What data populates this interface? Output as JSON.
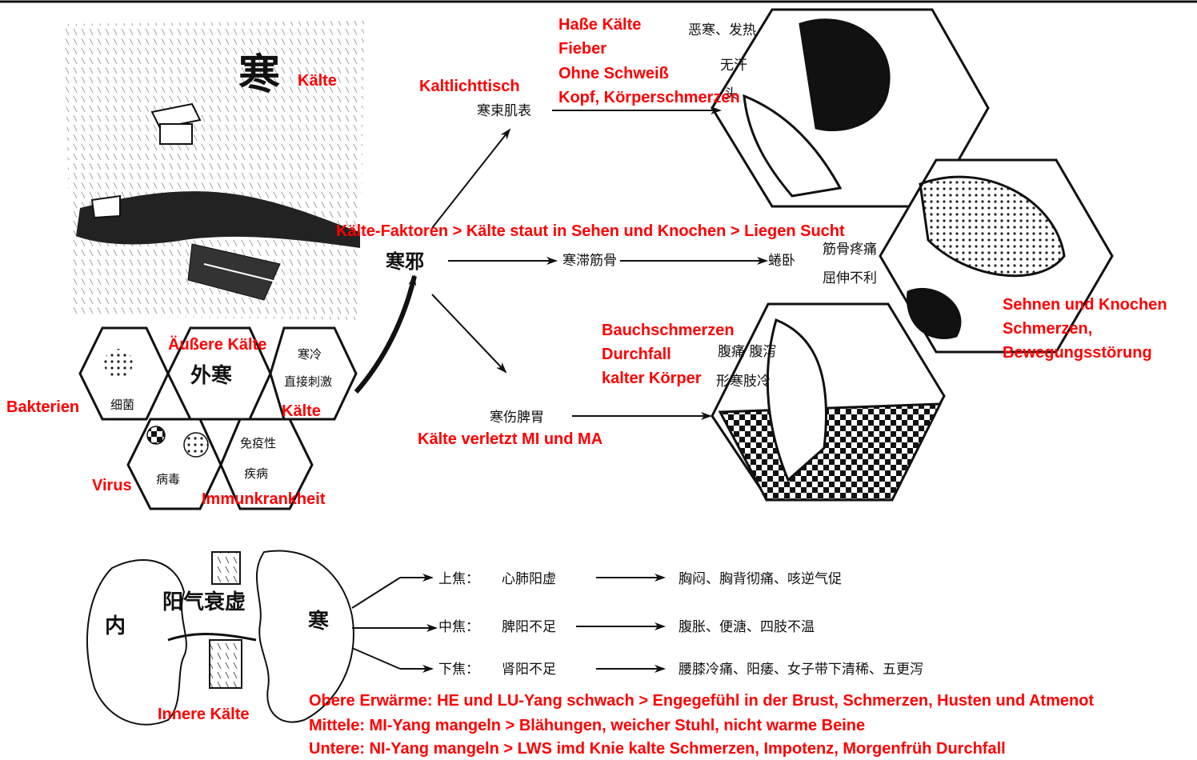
{
  "colors": {
    "annotation": "#ff0000",
    "ink": "#111111",
    "paper": "#ffffff"
  },
  "icons": [
    "weather-scene-illustration",
    "hexagon-honeycomb",
    "patient-illustration",
    "organ-illustration",
    "arrow-icon"
  ],
  "scene": {
    "cold_char": "寒",
    "cold_label": "Kälte"
  },
  "hexes": {
    "bacteria": "细菌",
    "external": "外寒",
    "direct_cold_1": "寒冷",
    "direct_cold_2": "直接刺激",
    "virus": "病毒",
    "immune_1": "免疫性",
    "immune_2": "疾病",
    "label_external": "Äußere Kälte",
    "label_bacteria": "Bakterien",
    "label_cold": "Kälte",
    "label_virus": "Virus",
    "label_immune": "Immunkrankheit"
  },
  "center": {
    "pathogen": "寒邪",
    "headline": "Kälte-Faktoren > Kälte staut in Sehen und Knochen > Liegen Sucht"
  },
  "branches": {
    "surface_cn": "寒束肌表",
    "surface_de": "Kaltlichttisch",
    "surface_symptoms_cn": [
      "恶寒、发热",
      "无汗",
      "头"
    ],
    "surface_symptoms_de": [
      "Haße Kälte",
      "Fieber",
      "Ohne Schweiß",
      "Kopf, Körperschmerzen"
    ],
    "tendon_cn": "寒滞筋骨",
    "tendon_lying_cn": "蜷卧",
    "tendon_symptoms_cn": [
      "筋骨疼痛",
      "屈伸不利"
    ],
    "tendon_symptoms_de": [
      "Sehnen und Knochen",
      "Schmerzen,",
      "Bewegungsstörung"
    ],
    "spleen_cn": "寒伤脾胃",
    "spleen_de": "Kälte verletzt MI und MA",
    "spleen_symptoms_cn": [
      "腹痛 腹泻",
      "形寒肢冷"
    ],
    "spleen_symptoms_de": [
      "Bauchschmerzen",
      "Durchfall",
      "kalter Körper"
    ]
  },
  "internal": {
    "yang_decline": "阳气衰虚",
    "nei": "内",
    "han": "寒",
    "label": "Innere Kälte",
    "rows": [
      {
        "jiao": "上焦：",
        "cause": "心肺阳虚",
        "symptoms": "胸闷、胸背彻痛、咳逆气促"
      },
      {
        "jiao": "中焦：",
        "cause": "脾阳不足",
        "symptoms": "腹胀、便溏、四肢不温"
      },
      {
        "jiao": "下焦：",
        "cause": "肾阳不足",
        "symptoms": "腰膝冷痛、阳痿、女子带下清稀、五更泻"
      }
    ],
    "de_lines": [
      "Obere Erwärme: HE und LU-Yang schwach > Engegefühl in der Brust, Schmerzen, Husten und Atmenot",
      "Mittele: MI-Yang mangeln > Blähungen, weicher Stuhl, nicht warme Beine",
      "Untere: NI-Yang mangeln > LWS imd Knie kalte Schmerzen, Impotenz, Morgenfrüh Durchfall"
    ]
  }
}
